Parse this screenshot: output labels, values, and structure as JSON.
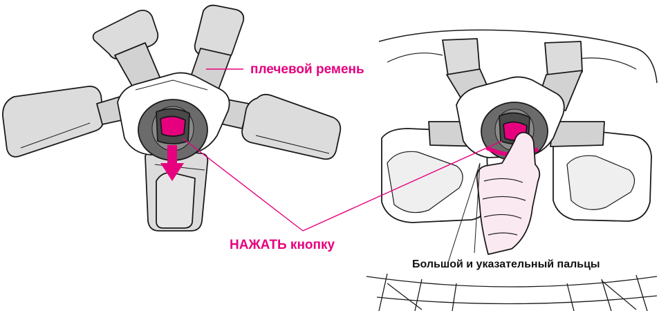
{
  "labels": {
    "shoulder_strap": "плечевой ремень",
    "press_button": "НАЖАТЬ кнопку",
    "fingers": "Большой и указательный пальцы"
  },
  "colors": {
    "accent": "#e6007e",
    "strap_fill": "#dcdcdc",
    "outline": "#1a1a1a",
    "buckle_dark": "#6b6b6b",
    "hand_fill": "#fbe9f1"
  },
  "icons": {
    "press_arrow": "arrow-down-icon"
  }
}
